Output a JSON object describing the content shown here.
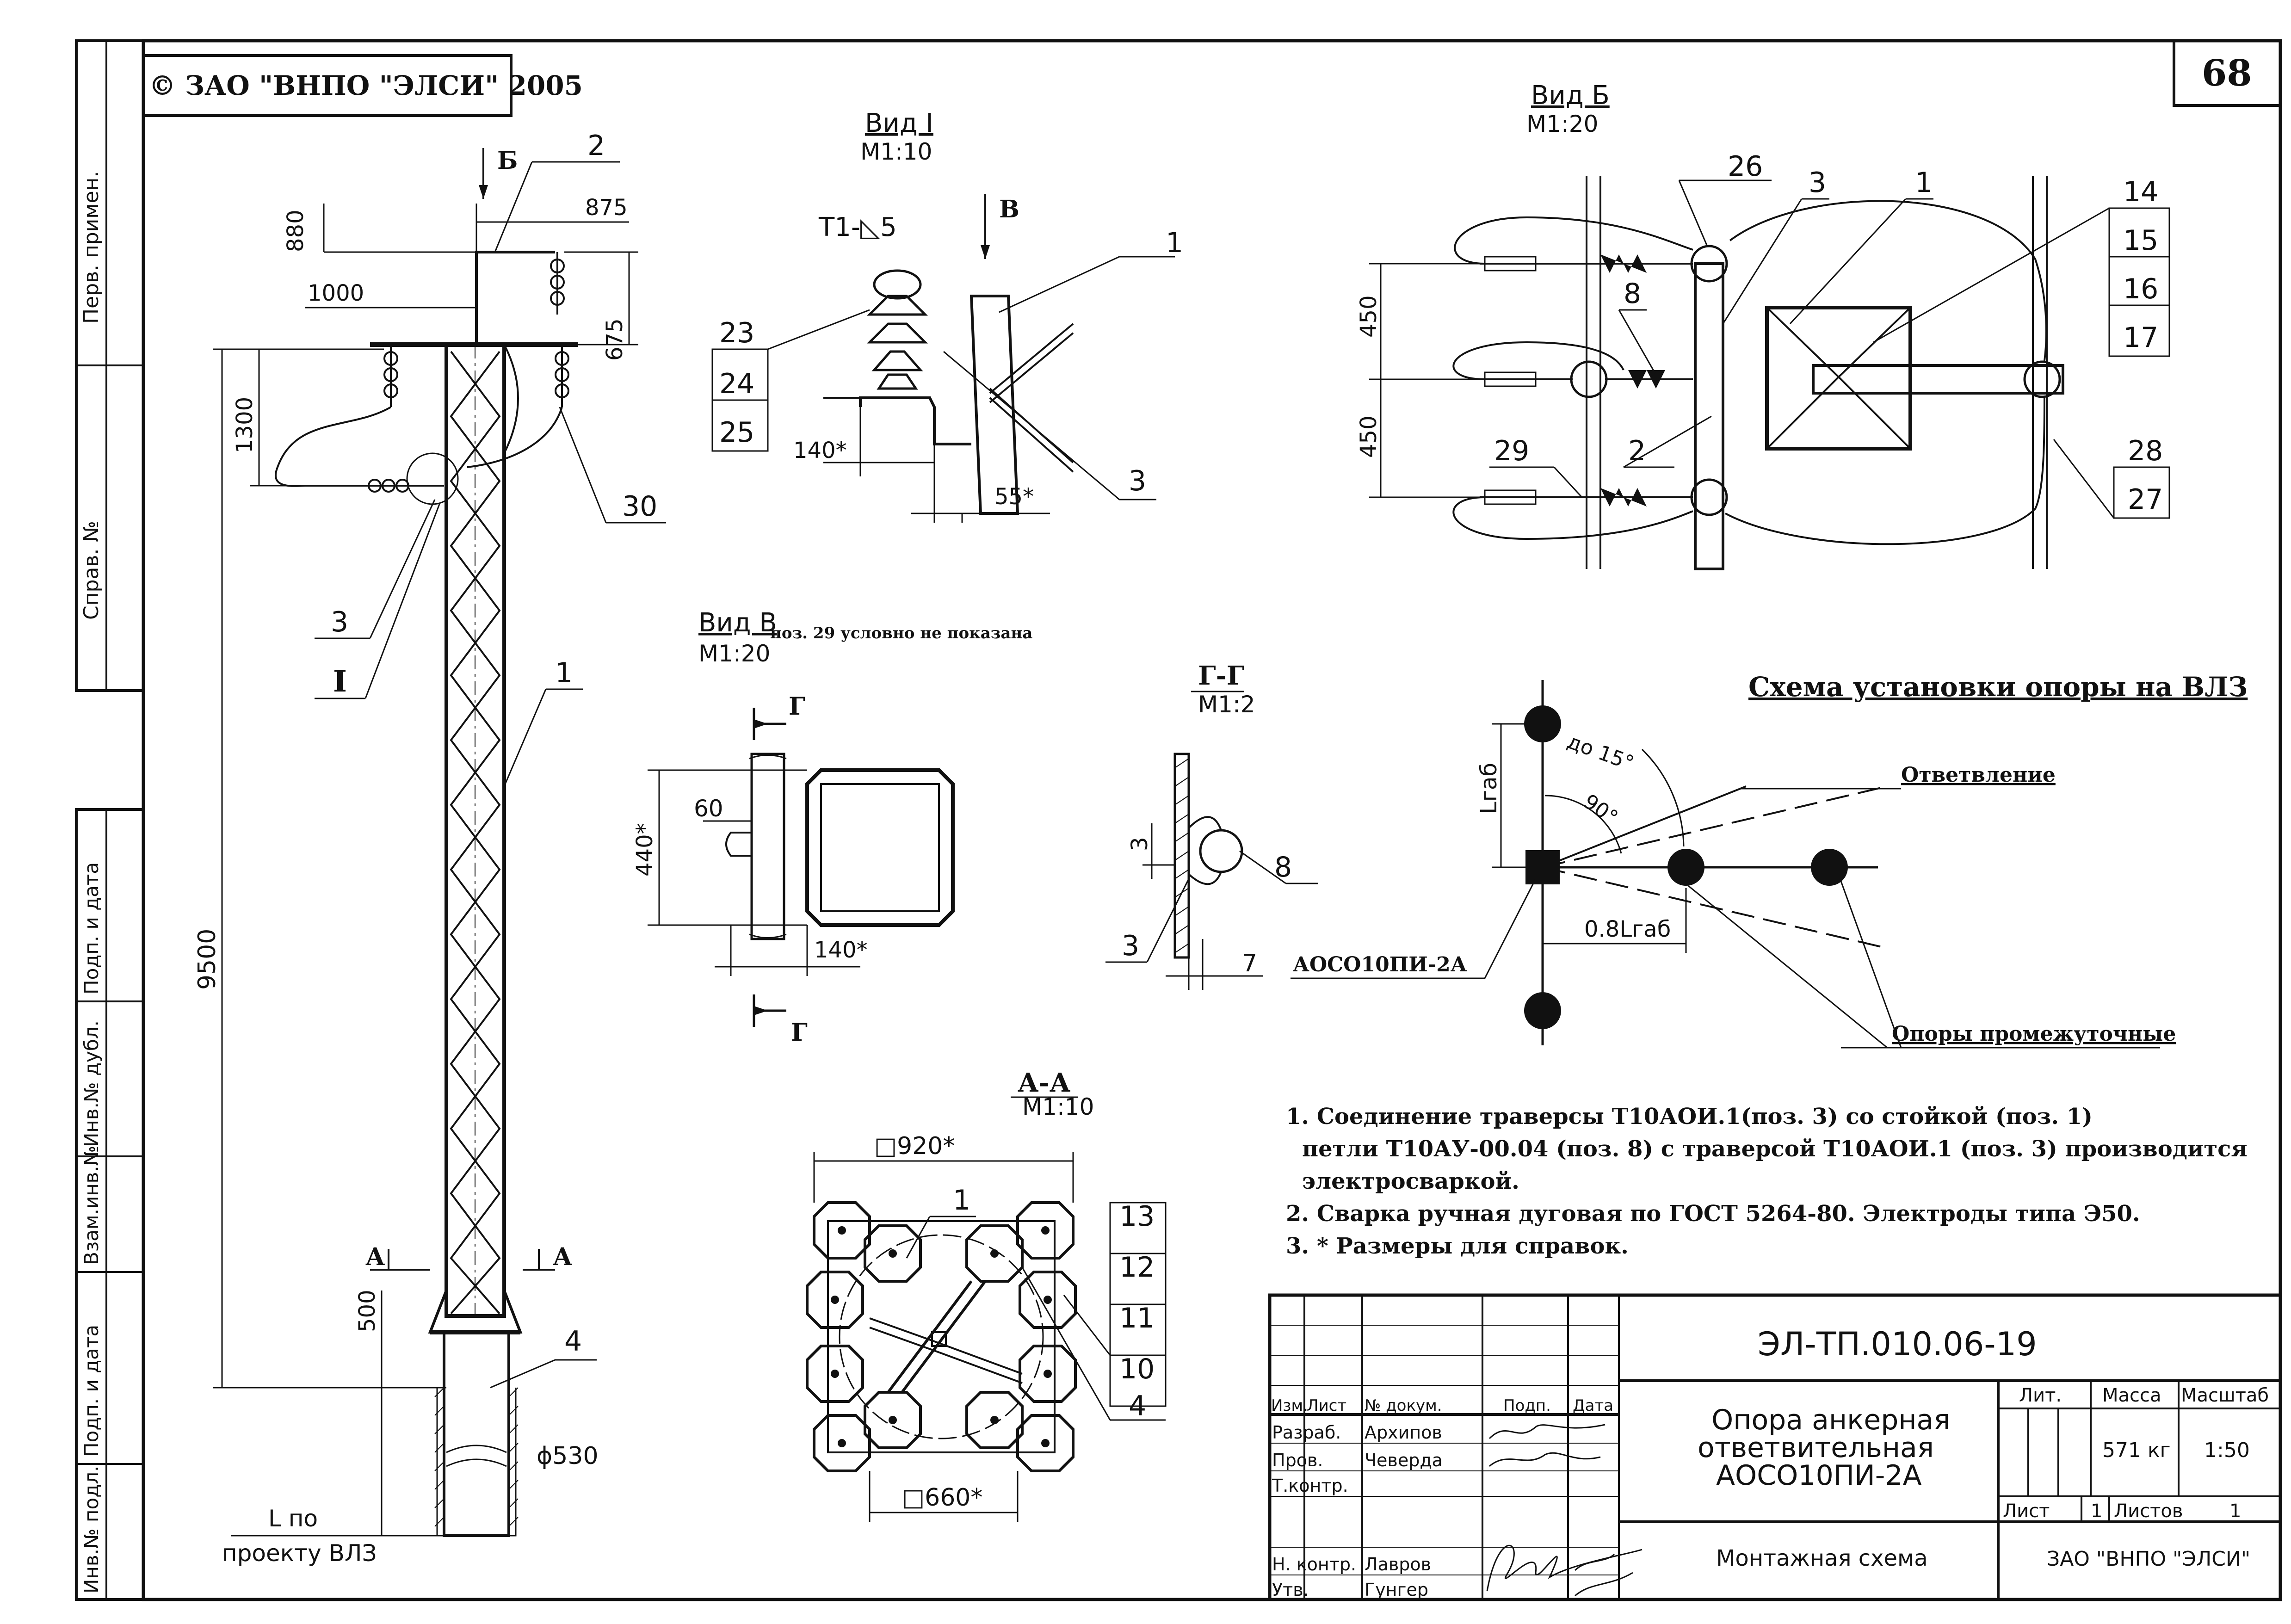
{
  "header": {
    "copyright": "© ЗАО \"ВНПО \"ЭЛСИ\" 2005",
    "sheet_number": "68"
  },
  "side_stamp": {
    "perv_primen": "Перв. примен.",
    "sprav_no": "Справ. №",
    "podp_data_1": "Подп. и дата",
    "inv_dubl": "Инв.№ дубл.",
    "vzam_inv": "Взам.инв.№",
    "podp_data_2": "Подп. и дата",
    "inv_podl": "Инв.№ подл."
  },
  "main_view": {
    "label_b": "Б",
    "label_a_left": "А",
    "label_a_right": "А",
    "dim_880": "880",
    "dim_875": "875",
    "dim_1000": "1000",
    "dim_675": "675",
    "dim_1300": "1300",
    "dim_9500": "9500",
    "dim_500": "500",
    "dim_530": "ϕ530",
    "l_po": "L по",
    "proektu": "проекту ВЛЗ",
    "pos_2": "2",
    "pos_30": "30",
    "pos_3": "3",
    "pos_I": "I",
    "pos_1": "1",
    "pos_4": "4"
  },
  "view_i": {
    "title": "Вид I",
    "scale": "М1:10",
    "weld": "Т1-◺5",
    "arrow_b": "В",
    "pos_1": "1",
    "pos_23": "23",
    "pos_24": "24",
    "pos_25": "25",
    "pos_3": "3",
    "dim_140": "140*",
    "dim_55": "55*"
  },
  "view_b": {
    "title": "Вид Б",
    "scale": "М1:20",
    "pos_26": "26",
    "pos_3": "3",
    "pos_1": "1",
    "pos_14": "14",
    "pos_15": "15",
    "pos_16": "16",
    "pos_17": "17",
    "pos_8": "8",
    "pos_29": "29",
    "pos_2": "2",
    "pos_28": "28",
    "pos_27": "27",
    "dim_450_top": "450",
    "dim_450_bot": "450"
  },
  "view_v": {
    "title": "Вид В",
    "scale": "М1:20",
    "note": "поз. 29 условно не показана",
    "label_g_top": "Г",
    "label_g_bot": "Г",
    "dim_60": "60",
    "dim_440": "440*",
    "dim_140": "140*"
  },
  "section_gg": {
    "title": "Г-Г",
    "scale": "М1:2",
    "dim_3": "3",
    "pos_8": "8",
    "pos_3": "3",
    "dim_7": "7"
  },
  "section_aa": {
    "title": "А-А",
    "scale": "М1:10",
    "dim_920": "□920*",
    "dim_660": "□660*",
    "pos_1": "1",
    "pos_13": "13",
    "pos_12": "12",
    "pos_11": "11",
    "pos_10": "10",
    "pos_4": "4"
  },
  "scheme": {
    "title": "Схема установки опоры на ВЛЗ",
    "branch": "Ответвление",
    "intermediate": "Опоры промежуточные",
    "support": "АОСО10ПИ-2А",
    "angle_15": "до 15°",
    "angle_90": "90°",
    "lgab": "Lгаб",
    "lgab08": "0.8Lгаб"
  },
  "notes": [
    "1. Соединение траверсы Т10АОИ.1(поз. 3) со стойкой (поз. 1)",
    "петли Т10АУ-00.04 (поз. 8) с траверсой Т10АОИ.1 (поз. 3) производится",
    "электросваркой.",
    "2. Сварка ручная дуговая по ГОСТ 5264-80. Электроды типа Э50.",
    "3. * Размеры для справок."
  ],
  "title_block": {
    "doc_code": "ЭЛ-ТП.010.06-19",
    "name_line1": "Опора анкерная",
    "name_line2": "ответвительная",
    "name_line3": "АОСО10ПИ-2А",
    "subname": "Монтажная схема",
    "lit": "Лит.",
    "massa": "Масса",
    "masshtab": "Масштаб",
    "massa_val": "571 кг",
    "masshtab_val": "1:50",
    "list": "Лист",
    "list_val": "1",
    "listov": "Листов",
    "listov_val": "1",
    "company": "ЗАО \"ВНПО \"ЭЛСИ\"",
    "hdr_izm": "Изм.",
    "hdr_list": "Лист",
    "hdr_doc": "№ докум.",
    "hdr_podp": "Подп.",
    "hdr_data": "Дата",
    "row_razrab": "Разраб.",
    "name_razrab": "Архипов",
    "row_prov": "Пров.",
    "name_prov": "Чеверда",
    "row_tkontr": "Т.контр.",
    "row_nkontr": "Н. контр.",
    "name_nkontr": "Лавров",
    "row_utv": "Утв.",
    "name_utv": "Гунгер"
  }
}
